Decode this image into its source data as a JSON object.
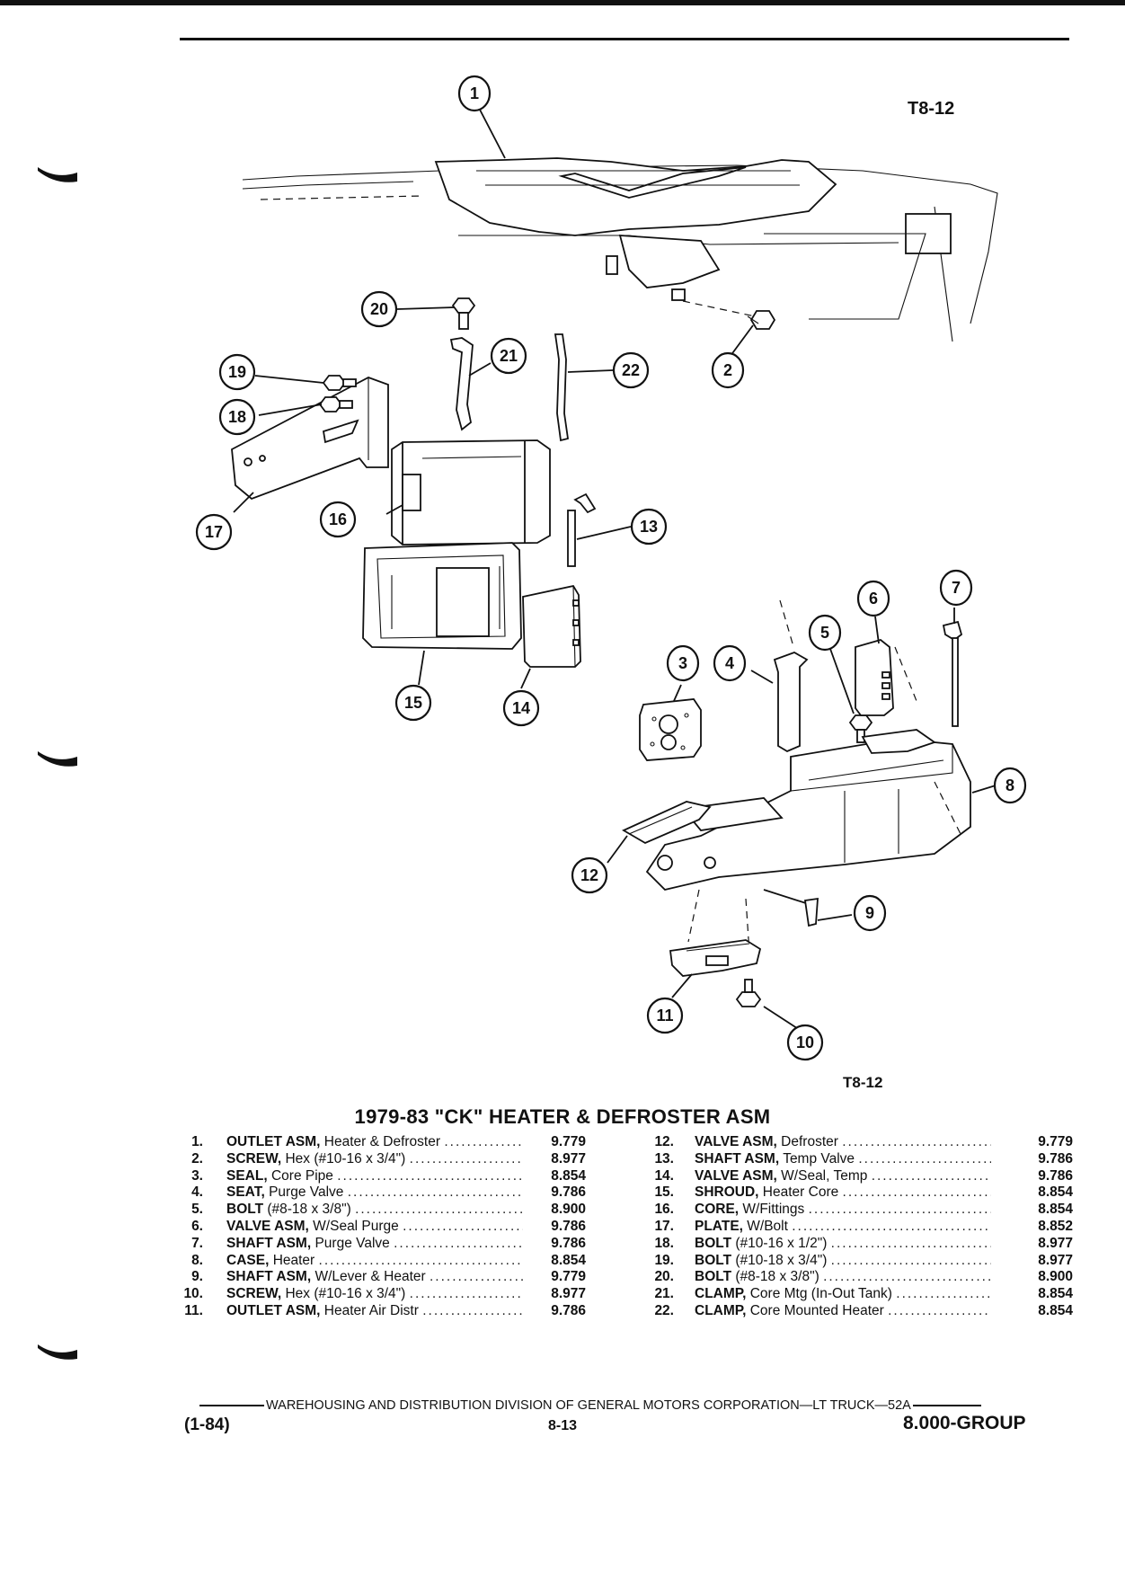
{
  "page": {
    "ref_code_top": "T8-12",
    "ref_code_bottom": "T8-12",
    "title": "1979-83 \"CK\" HEATER & DEFROSTER ASM"
  },
  "callouts": [
    "1",
    "2",
    "3",
    "4",
    "5",
    "6",
    "7",
    "8",
    "9",
    "10",
    "11",
    "12",
    "13",
    "14",
    "15",
    "16",
    "17",
    "18",
    "19",
    "20",
    "21",
    "22"
  ],
  "parts_left": [
    {
      "num": "1.",
      "name": "OUTLET ASM,",
      "desc": "Heater & Defroster",
      "group": "9.779"
    },
    {
      "num": "2.",
      "name": "SCREW,",
      "desc": "Hex (#10-16 x 3/4\")",
      "group": "8.977"
    },
    {
      "num": "3.",
      "name": "SEAL,",
      "desc": "Core Pipe",
      "group": "8.854"
    },
    {
      "num": "4.",
      "name": "SEAT,",
      "desc": "Purge Valve",
      "group": "9.786"
    },
    {
      "num": "5.",
      "name": "BOLT",
      "desc": "(#8-18 x 3/8\")",
      "group": "8.900"
    },
    {
      "num": "6.",
      "name": "VALVE ASM,",
      "desc": "W/Seal Purge",
      "group": "9.786"
    },
    {
      "num": "7.",
      "name": "SHAFT ASM,",
      "desc": "Purge Valve",
      "group": "9.786"
    },
    {
      "num": "8.",
      "name": "CASE,",
      "desc": "Heater",
      "group": "8.854"
    },
    {
      "num": "9.",
      "name": "SHAFT ASM,",
      "desc": "W/Lever & Heater",
      "group": "9.779"
    },
    {
      "num": "10.",
      "name": "SCREW,",
      "desc": "Hex (#10-16 x 3/4\")",
      "group": "8.977"
    },
    {
      "num": "11.",
      "name": "OUTLET ASM,",
      "desc": "Heater Air Distr",
      "group": "9.786"
    }
  ],
  "parts_right": [
    {
      "num": "12.",
      "name": "VALVE ASM,",
      "desc": "Defroster",
      "group": "9.779"
    },
    {
      "num": "13.",
      "name": "SHAFT ASM,",
      "desc": "Temp Valve",
      "group": "9.786"
    },
    {
      "num": "14.",
      "name": "VALVE ASM,",
      "desc": "W/Seal, Temp",
      "group": "9.786"
    },
    {
      "num": "15.",
      "name": "SHROUD,",
      "desc": "Heater Core",
      "group": "8.854"
    },
    {
      "num": "16.",
      "name": "CORE,",
      "desc": "W/Fittings",
      "group": "8.854"
    },
    {
      "num": "17.",
      "name": "PLATE,",
      "desc": "W/Bolt",
      "group": "8.852"
    },
    {
      "num": "18.",
      "name": "BOLT",
      "desc": "(#10-16 x 1/2\")",
      "group": "8.977"
    },
    {
      "num": "19.",
      "name": "BOLT",
      "desc": "(#10-18 x 3/4\")",
      "group": "8.977"
    },
    {
      "num": "20.",
      "name": "BOLT",
      "desc": "(#8-18 x 3/8\")",
      "group": "8.900"
    },
    {
      "num": "21.",
      "name": "CLAMP,",
      "desc": "Core Mtg (In-Out Tank)",
      "group": "8.854"
    },
    {
      "num": "22.",
      "name": "CLAMP,",
      "desc": "Core Mounted Heater",
      "group": "8.854"
    }
  ],
  "footer": {
    "line": "WAREHOUSING AND DISTRIBUTION DIVISION OF GENERAL MOTORS CORPORATION—LT TRUCK—52A",
    "date": "(1-84)",
    "page": "8-13",
    "group": "8.000-GROUP"
  }
}
